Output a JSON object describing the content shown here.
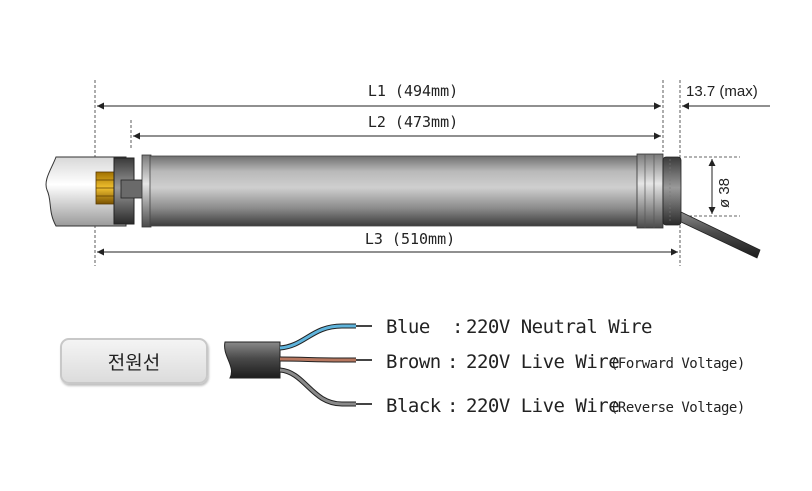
{
  "dimensions": {
    "l1": "L1 (494mm)",
    "l2": "L2 (473mm)",
    "l3": "L3 (510mm)",
    "max": "13.7 (max)",
    "diameter": "ø 38"
  },
  "power_label": "전원선",
  "wires": [
    {
      "color_name": "Blue",
      "separator": ":",
      "description": "220V Neutral Wire",
      "note": "",
      "color": "#5fb4dc"
    },
    {
      "color_name": "Brown",
      "separator": ":",
      "description": "220V Live Wire",
      "note": "(Forward Voltage)",
      "color": "#b87860"
    },
    {
      "color_name": "Black",
      "separator": ":",
      "description": "220V Live Wire",
      "note": "(Reverse Voltage)",
      "color": "#8a8a8a"
    }
  ]
}
